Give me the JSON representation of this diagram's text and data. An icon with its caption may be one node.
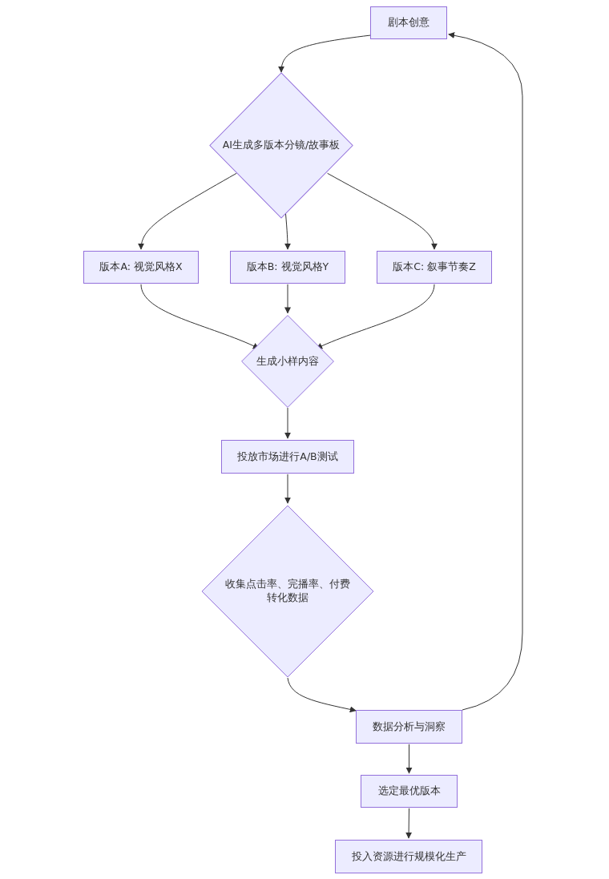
{
  "diagram": {
    "nodes": [
      {
        "text": [
          "剧本创意"
        ]
      },
      {
        "text": [
          "AI生成多版本分镜/故事板"
        ]
      },
      {
        "text": [
          "版本A: 视觉风格X"
        ]
      },
      {
        "text": [
          "版本B: 视觉风格Y"
        ]
      },
      {
        "text": [
          "版本C: 叙事节奏Z"
        ]
      },
      {
        "text": [
          "生成小样内容"
        ]
      },
      {
        "text": [
          "投放市场进行A/B测试"
        ]
      },
      {
        "text": [
          "收集点击率、完播率、付费转化数据"
        ]
      },
      {
        "text": [
          "数据分析与洞察"
        ]
      },
      {
        "text": [
          "选定最优版本"
        ]
      },
      {
        "text": [
          "投入资源进行规模化生产"
        ]
      }
    ],
    "edges": [
      {
        "from": 0,
        "to": 1,
        "arrow": "to"
      },
      {
        "from": 1,
        "to": 2,
        "arrow": "to"
      },
      {
        "from": 1,
        "to": 3,
        "arrow": "to"
      },
      {
        "from": 1,
        "to": 4,
        "arrow": "to"
      },
      {
        "from": 2,
        "to": 5,
        "arrow": "to"
      },
      {
        "from": 3,
        "to": 5,
        "arrow": "to"
      },
      {
        "from": 4,
        "to": 5,
        "arrow": "to"
      },
      {
        "from": 5,
        "to": 6,
        "arrow": "to"
      },
      {
        "from": 6,
        "to": 7,
        "arrow": "to"
      },
      {
        "from": 7,
        "to": 8,
        "arrow": "to"
      },
      {
        "from": 8,
        "to": 0,
        "arrow": "to"
      },
      {
        "from": 8,
        "to": 9,
        "arrow": "to"
      },
      {
        "from": 9,
        "to": 10,
        "arrow": "to"
      }
    ]
  }
}
